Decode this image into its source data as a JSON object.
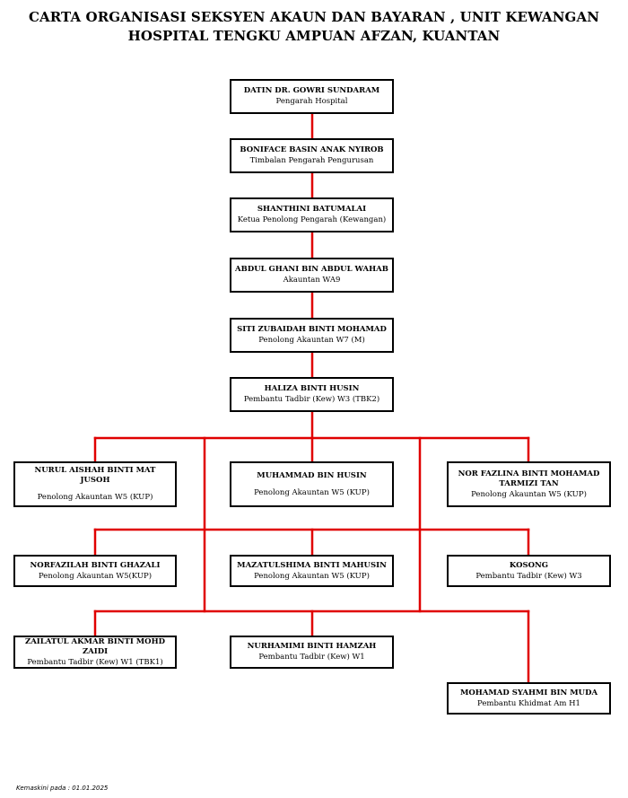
{
  "title": {
    "line1": "CARTA ORGANISASI SEKSYEN AKAUN DAN BAYARAN , UNIT KEWANGAN",
    "line2": "HOSPITAL TENGKU AMPUAN AFZAN, KUANTAN"
  },
  "colors": {
    "connector": "#e00000",
    "box_border": "#000000"
  },
  "nodes": [
    {
      "name": "DATIN DR. GOWRI SUNDARAM",
      "role": "Pengarah Hospital"
    },
    {
      "name": "BONIFACE BASIN ANAK NYIROB",
      "role": "Timbalan Pengarah Pengurusan"
    },
    {
      "name": "SHANTHINI BATUMALAI",
      "role": "Ketua Penolong Pengarah (Kewangan)"
    },
    {
      "name": "ABDUL GHANI BIN ABDUL WAHAB",
      "role": "Akauntan WA9"
    },
    {
      "name": "SITI ZUBAIDAH BINTI MOHAMAD",
      "role": "Penolong Akauntan W7 (M)"
    },
    {
      "name": "HALIZA BINTI HUSIN",
      "role": "Pembantu Tadbir (Kew) W3 (TBK2)"
    },
    {
      "name": "NURUL AISHAH BINTI MAT JUSOH",
      "role": "Penolong Akauntan W5 (KUP)"
    },
    {
      "name": "MUHAMMAD BIN HUSIN",
      "role": "Penolong Akauntan W5 (KUP)"
    },
    {
      "name": "NOR FAZLINA BINTI MOHAMAD TARMIZI TAN",
      "role": "Penolong Akauntan W5 (KUP)"
    },
    {
      "name": "NORFAZILAH BINTI GHAZALI",
      "role": "Penolong Akauntan W5(KUP)"
    },
    {
      "name": "MAZATULSHIMA BINTI MAHUSIN",
      "role": "Penolong Akauntan W5 (KUP)"
    },
    {
      "name": "KOSONG",
      "role": "Pembantu Tadbir (Kew) W3"
    },
    {
      "name": "ZAILATUL AKMAR BINTI MOHD ZAIDI",
      "role": "Pembantu Tadbir (Kew) W1 (TBK1)"
    },
    {
      "name": "NURHAMIMI BINTI HAMZAH",
      "role": "Pembantu Tadbir (Kew) W1"
    },
    {
      "name": "MOHAMAD SYAHMI BIN MUDA",
      "role": "Pembantu Khidmat Am H1"
    }
  ],
  "footer": "Kemaskini pada : 01.01.2025"
}
